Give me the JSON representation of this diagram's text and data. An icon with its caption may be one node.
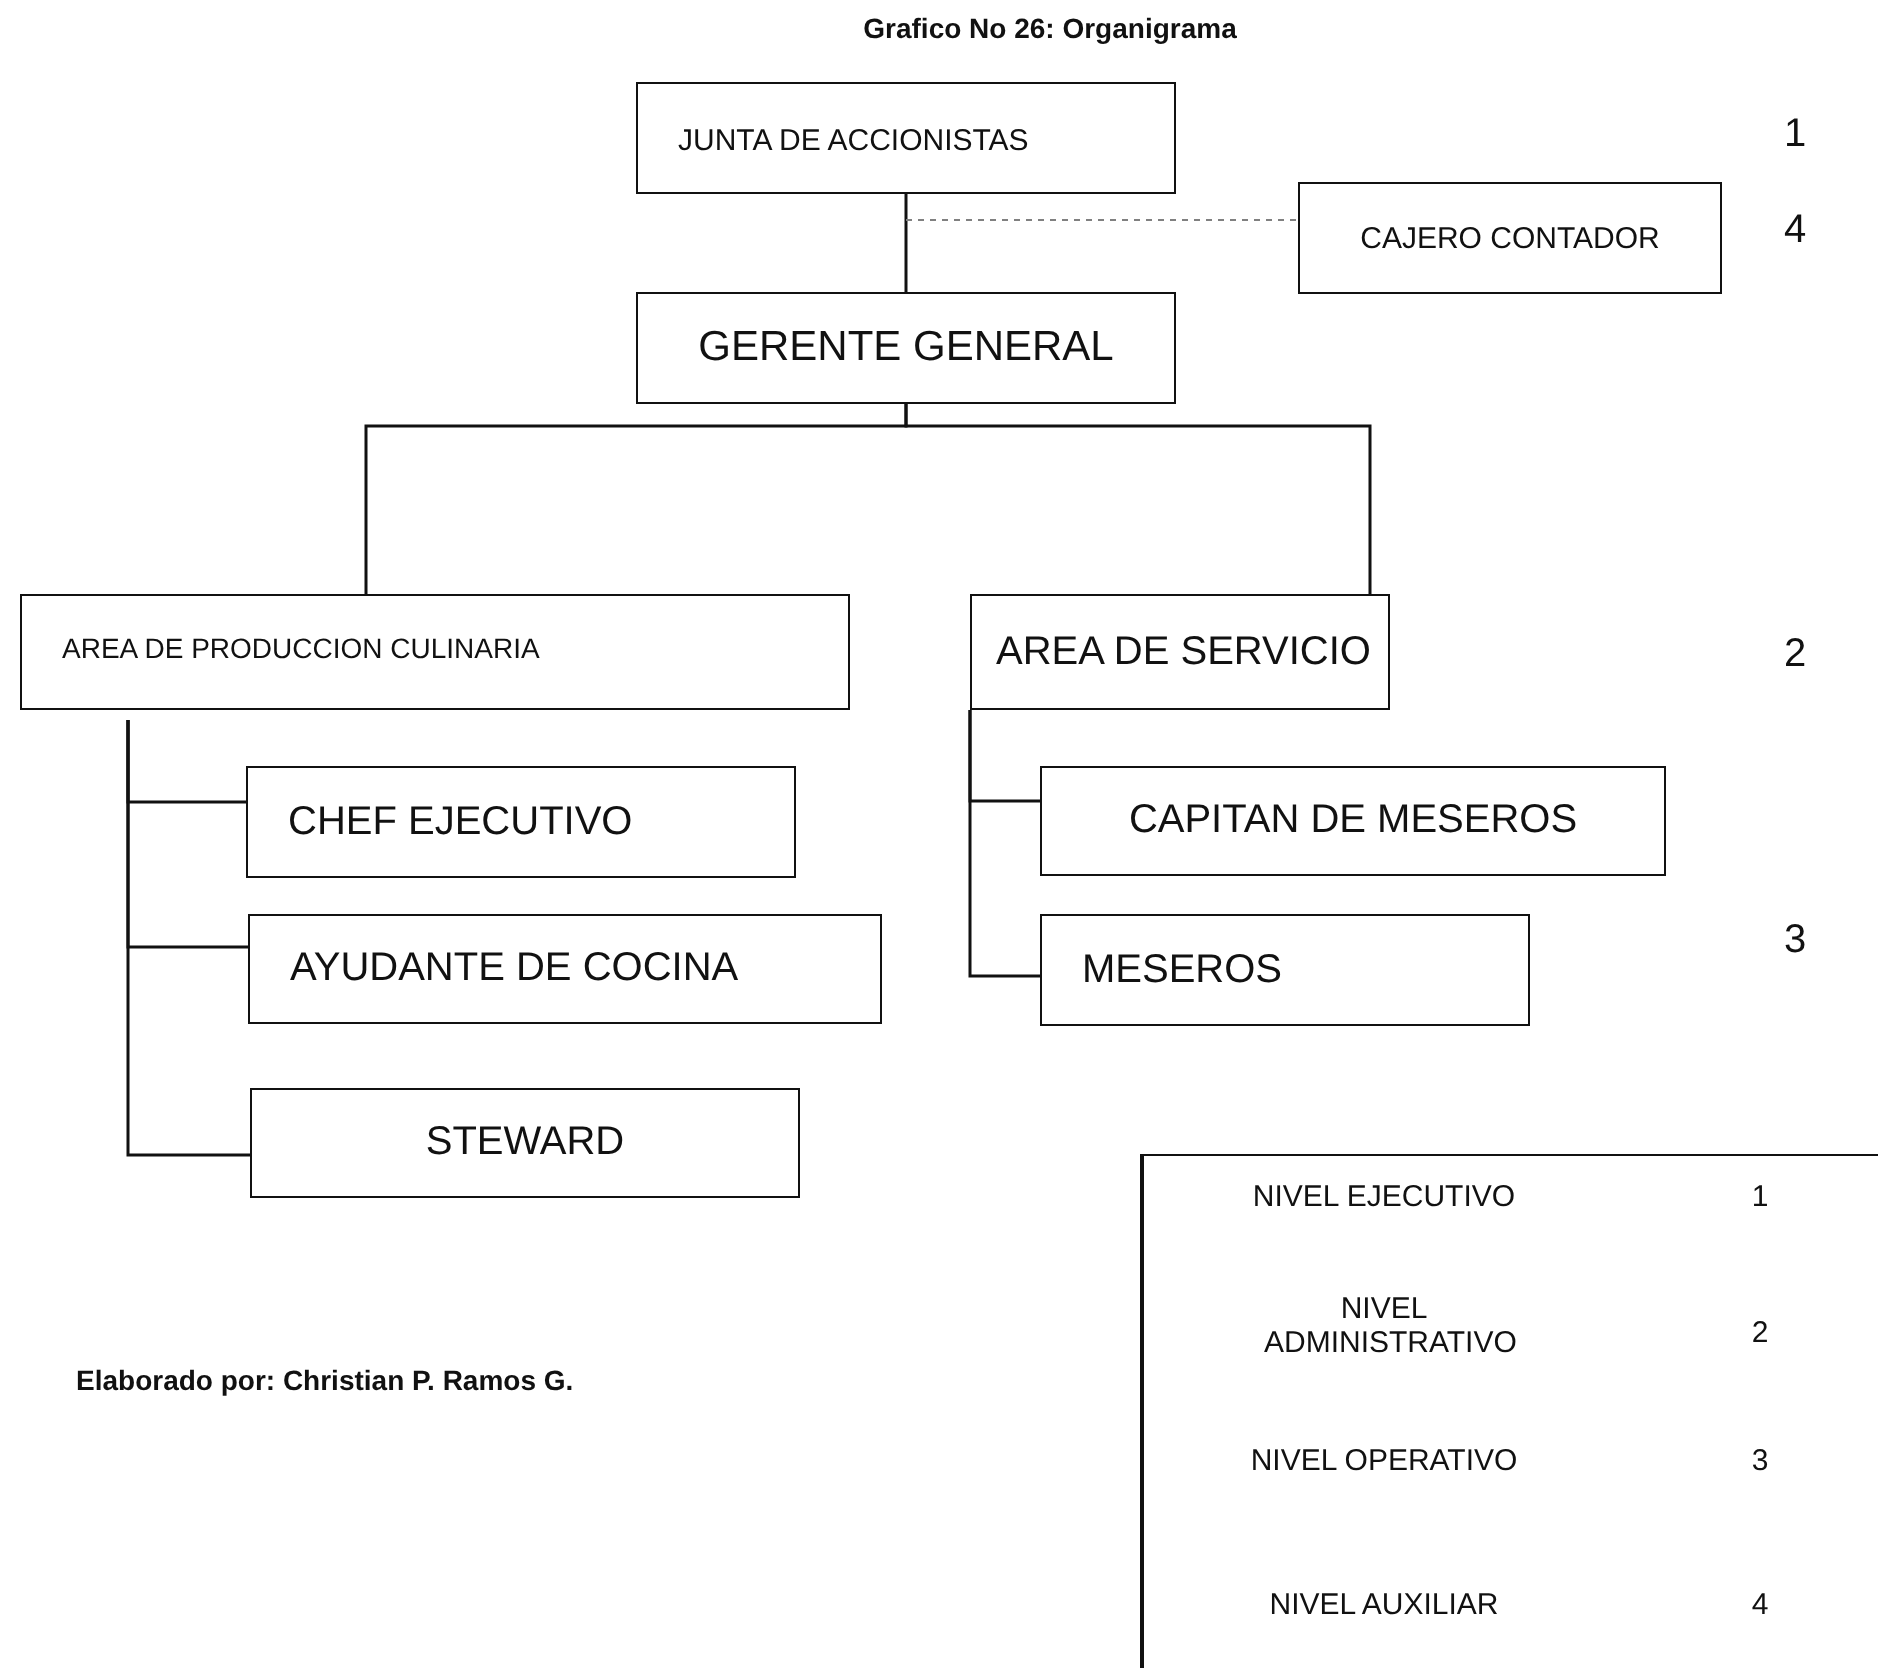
{
  "diagram": {
    "title": "Grafico No 26: Organigrama",
    "nodes": [
      {
        "text": [
          "JUNTA DE ACCIONISTAS"
        ]
      },
      {
        "text": [
          "CAJERO CONTADOR"
        ]
      },
      {
        "text": [
          "GERENTE GENERAL"
        ]
      },
      {
        "text": [
          "AREA DE PRODUCCION CULINARIA"
        ]
      },
      {
        "text": [
          "AREA DE SERVICIO"
        ]
      },
      {
        "text": [
          "CHEF EJECUTIVO"
        ]
      },
      {
        "text": [
          "AYUDANTE DE COCINA"
        ]
      },
      {
        "text": [
          "STEWARD"
        ]
      },
      {
        "text": [
          "CAPITAN DE MESEROS"
        ]
      },
      {
        "text": [
          "MESEROS"
        ]
      },
      {
        "text": [
          "NIVEL EJECUTIVO",
          "1",
          "NIVEL ADMINISTRATIVO",
          "2",
          "NIVEL OPERATIVO",
          "3",
          "NIVEL AUXILIAR",
          "4"
        ]
      }
    ],
    "edges": [
      {
        "from": 0,
        "to": 2,
        "arrow": "none"
      },
      {
        "from": 0,
        "to": 1,
        "arrow": "none",
        "style": "dashed",
        "color": "#808080"
      },
      {
        "from": 2,
        "to": 3,
        "arrow": "none"
      },
      {
        "from": 2,
        "to": 4,
        "arrow": "none"
      },
      {
        "from": 3,
        "to": 5,
        "arrow": "none"
      },
      {
        "from": 3,
        "to": 6,
        "arrow": "none"
      },
      {
        "from": 3,
        "to": 7,
        "arrow": "none"
      },
      {
        "from": 4,
        "to": 8,
        "arrow": "none"
      },
      {
        "from": 4,
        "to": 9,
        "arrow": "none"
      }
    ],
    "labels": [
      "1",
      "4",
      "2",
      "3",
      "Elaborado por: Christian P. Ramos G."
    ]
  }
}
